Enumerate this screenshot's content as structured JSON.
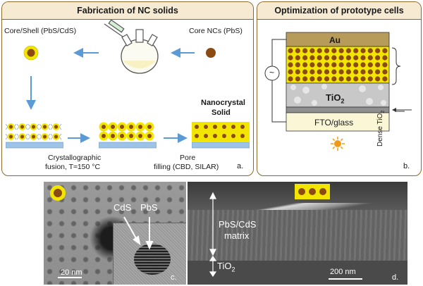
{
  "panel_a": {
    "title": "Fabrication of NC solids",
    "core_shell_label": "Core/Shell (PbS/CdS)",
    "core_label": "Core NCs (PbS)",
    "nanocrystal_solid_line1": "Nanocrystal",
    "nanocrystal_solid_line2": "Solid",
    "fusion_line1": "Crystallographic",
    "fusion_line2": "fusion, T≈150 °C",
    "pore_line1": "Pore",
    "pore_line2": "filling (CBD, SILAR)",
    "letter": "a."
  },
  "panel_b": {
    "title": "Optimization of prototype cells",
    "au_label": "Au",
    "tio2_main": "TiO",
    "tio2_sub": "2",
    "fto_label": "FTO/glass",
    "dense_main": "Dense TiO",
    "dense_sub": "2",
    "letter": "b.",
    "source_symbol": "~"
  },
  "panel_c": {
    "cds_label": "CdS",
    "pbs_label": "PbS",
    "scale_label": "20 nm",
    "letter": "c."
  },
  "panel_d": {
    "matrix_line1": "PbS/CdS",
    "matrix_line2": "matrix",
    "tio2_main": "TiO",
    "tio2_sub": "2",
    "scale_label": "200 nm",
    "letter": "d."
  },
  "colors": {
    "panel_border": "#8a6a2c",
    "shell_yellow": "#f2e600",
    "core_brown": "#8a4a12",
    "au_gold": "#b79b5a",
    "tio2_gray": "#c8c8c8",
    "fto_cream": "#fbf6d6",
    "arrow_blue": "#5b9bd5",
    "substrate_blue": "#9dc3e6"
  }
}
